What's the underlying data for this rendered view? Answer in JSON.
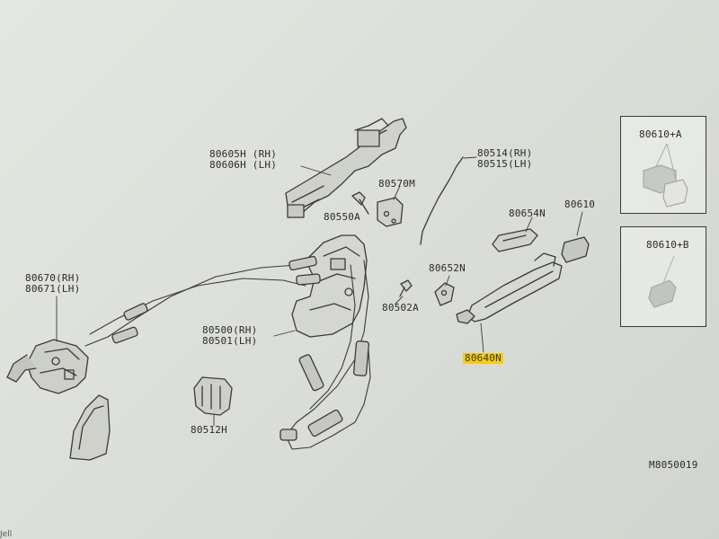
{
  "diagram": {
    "labels": {
      "p80605": [
        "80605H (RH)",
        "80606H (LH)"
      ],
      "p80514": [
        "80514(RH)",
        "80515(LH)"
      ],
      "p80570": "80570M",
      "p80550": "80550A",
      "p80670": [
        "80670(RH)",
        "80671(LH)"
      ],
      "p80654": "80654N",
      "p80610": "80610",
      "p80652": "80652N",
      "p80502": "80502A",
      "p80500": [
        "80500(RH)",
        "80501(LH)"
      ],
      "p80640": "80640N",
      "p80512": "80512H",
      "box_a": "80610+A",
      "box_b": "80610+B"
    },
    "drawing_code": "M8050019",
    "corner_mark": "Jell",
    "highlight_color": "#f2cc1c",
    "line_color": "#3a3a3a"
  }
}
